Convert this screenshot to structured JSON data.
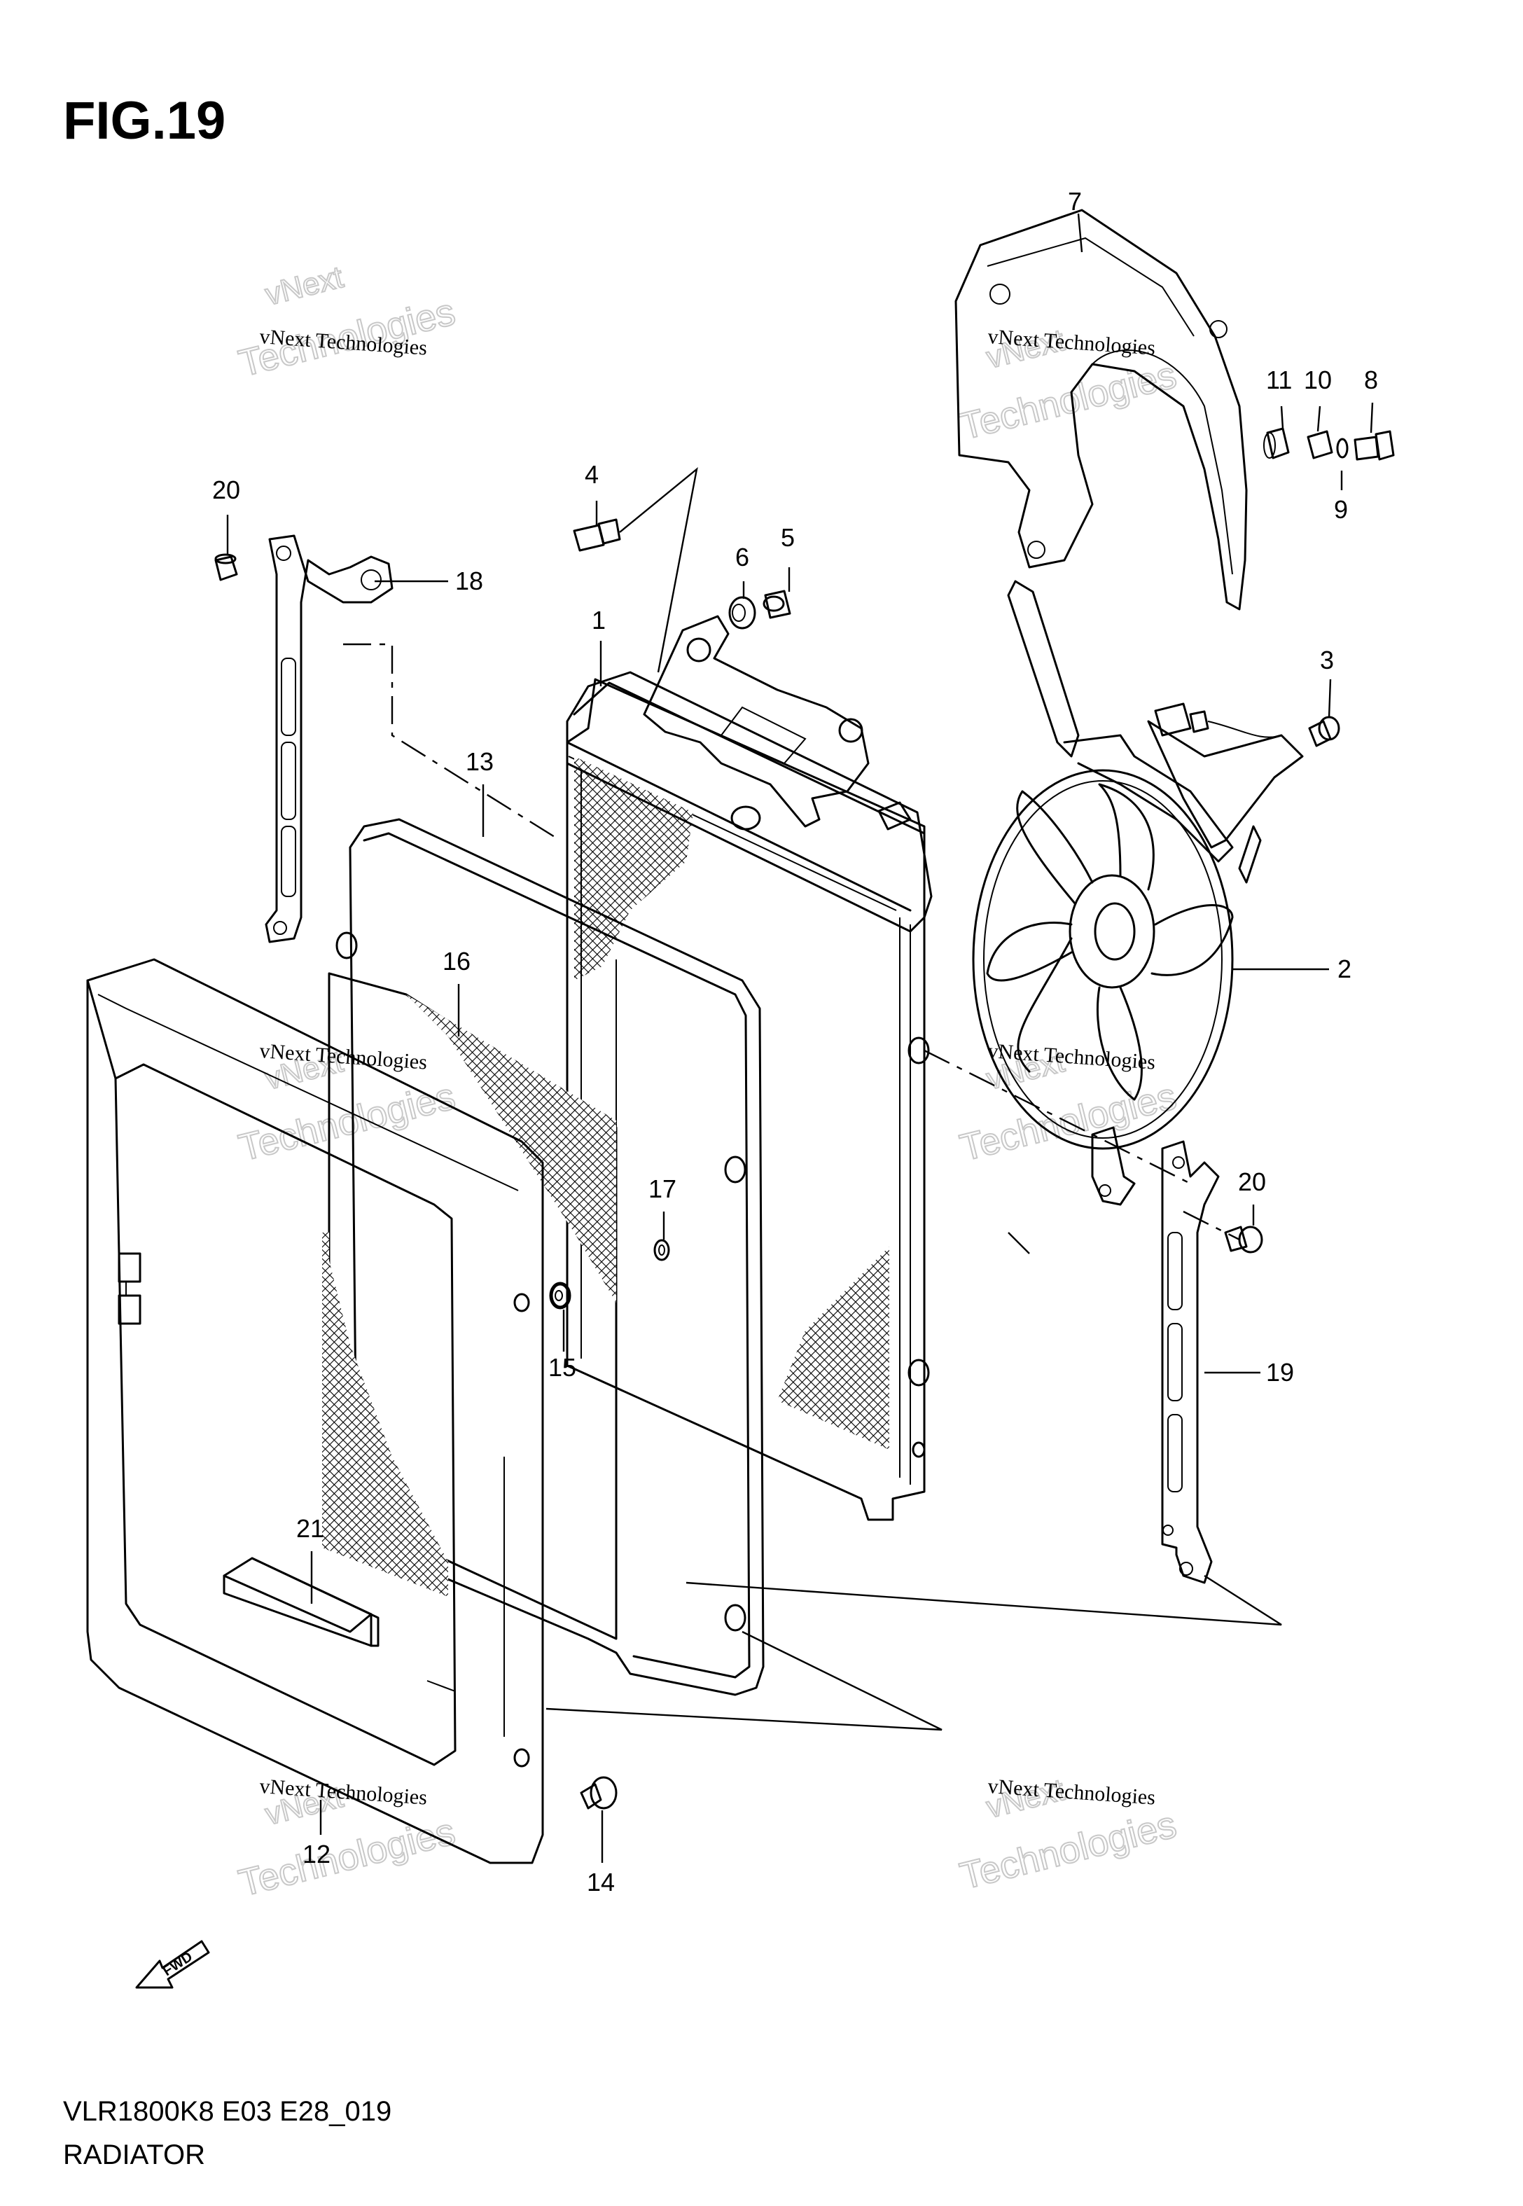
{
  "figure": {
    "title": "FIG.19",
    "model_code": "VLR1800K8 E03 E28_019",
    "section_name": "RADIATOR",
    "fwd_marker": "FWD"
  },
  "watermarks": [
    {
      "line1": "vNext Technologies",
      "big": "Technologies",
      "small": "vNext"
    },
    {
      "line1": "vNext Technologies",
      "big": "Technologies",
      "small": "vNext"
    },
    {
      "line1": "vNext Technologies",
      "big": "Technologies",
      "small": "vNext"
    },
    {
      "line1": "vNext Technologies",
      "big": "Technologies",
      "small": "vNext"
    },
    {
      "line1": "vNext Technologies",
      "big": "Technologies",
      "small": "vNext"
    },
    {
      "line1": "vNext Technologies",
      "big": "Technologies",
      "small": "vNext"
    }
  ],
  "callouts": [
    "1",
    "2",
    "3",
    "4",
    "5",
    "6",
    "7",
    "8",
    "9",
    "10",
    "11",
    "12",
    "13",
    "14",
    "15",
    "16",
    "17",
    "18",
    "19",
    "20",
    "20",
    "21"
  ],
  "colors": {
    "line": "#000000",
    "watermark": "#c8c8c8",
    "background": "#ffffff"
  }
}
